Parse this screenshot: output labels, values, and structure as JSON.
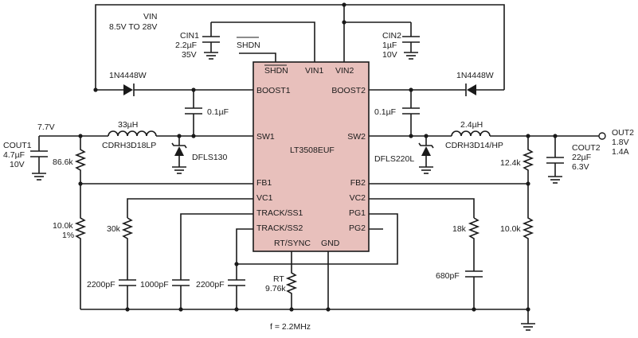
{
  "ic": {
    "part": "LT3508EUF",
    "color": "#e8c0bc",
    "pins_left": [
      "BOOST1",
      "SW1",
      "FB1",
      "VC1",
      "TRACK/SS1",
      "TRACK/SS2"
    ],
    "pins_right": [
      "BOOST2",
      "SW2",
      "FB2",
      "VC2",
      "PG1",
      "PG2"
    ],
    "pins_top": [
      "SHDN",
      "VIN1",
      "VIN2"
    ],
    "pins_bottom": [
      "RT/SYNC",
      "GND"
    ]
  },
  "vin": {
    "label": "VIN",
    "range": "8.5V TO 28V"
  },
  "shdn_label": "SHDN",
  "cin1": {
    "name": "CIN1",
    "value": "2.2µF",
    "rating": "35V"
  },
  "cin2": {
    "name": "CIN2",
    "value": "1µF",
    "rating": "10V"
  },
  "diode_boost1": "1N4448W",
  "diode_boost2": "1N4448W",
  "cap_boost1": "0.1µF",
  "cap_boost2": "0.1µF",
  "l1": {
    "value": "33µH",
    "part": "CDRH3D18LP"
  },
  "l2": {
    "value": "2.4µH",
    "part": "CDRH3D14/HP"
  },
  "d1": "DFLS130",
  "d2": "DFLS220L",
  "out1": {
    "voltage": "7.7V"
  },
  "cout1": {
    "name": "COUT1",
    "value": "4.7µF",
    "rating": "10V"
  },
  "r_fb1_top": "86.6k",
  "r_fb1_bot": {
    "value": "10.0k",
    "tol": "1%"
  },
  "r_vc1": "30k",
  "c_vc1": "2200pF",
  "c_ss1": "1000pF",
  "c_ss2": "2200pF",
  "rt": {
    "name": "RT",
    "value": "9.76k"
  },
  "freq": "f = 2.2MHz",
  "r_pg": "18k",
  "c_pg": "680pF",
  "r_fb2_top": "12.4k",
  "r_fb2_bot": "10.0k",
  "out2": {
    "name": "OUT2",
    "voltage": "1.8V",
    "current": "1.4A"
  },
  "cout2": {
    "name": "COUT2",
    "value": "22µF",
    "rating": "6.3V"
  }
}
